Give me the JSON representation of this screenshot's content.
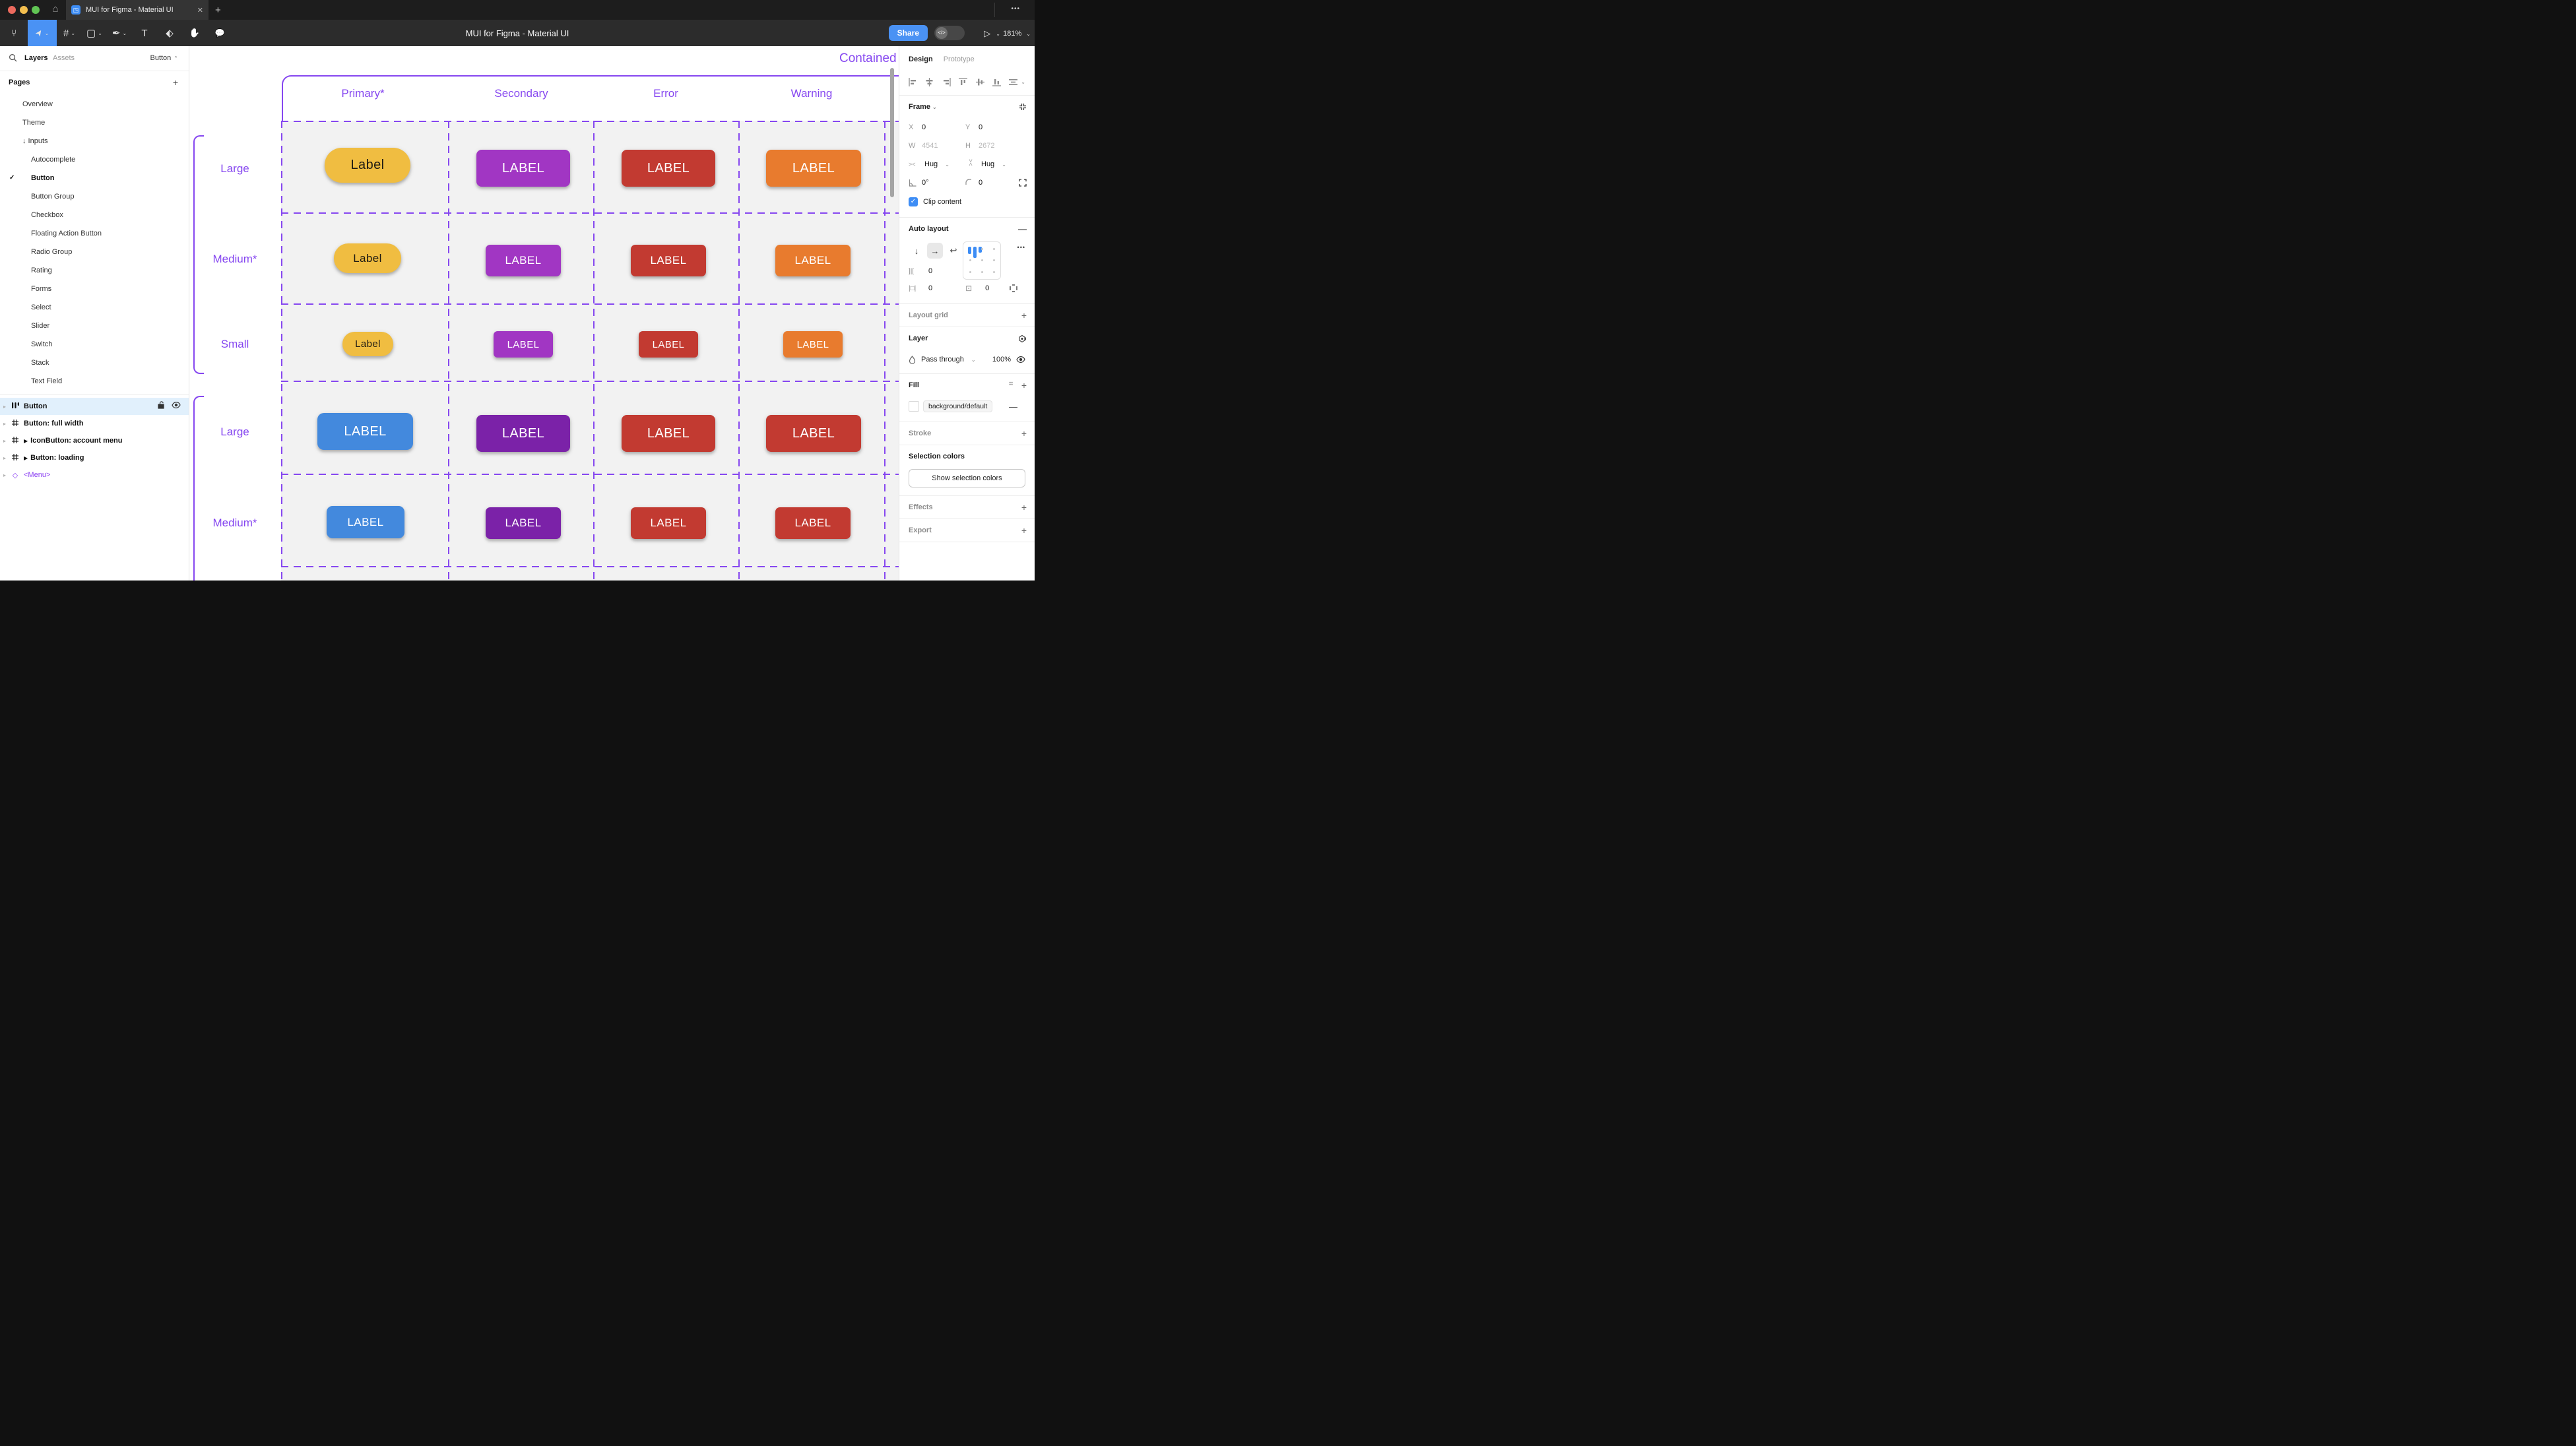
{
  "titlebar": {
    "tab_title": "MUI for Figma - Material UI",
    "close_glyph": "✕",
    "new_tab_glyph": "+",
    "more_glyph": "•••",
    "home_glyph": "⌂",
    "figma_glyph": "◳"
  },
  "toolbar": {
    "doc_title": "MUI for Figma - Material UI",
    "share_label": "Share",
    "dev_mode_glyph": "</>",
    "play_glyph": "▷",
    "zoom_level": "181%",
    "menu_glyph": "⑂",
    "move_glyph": "➤",
    "frame_glyph": "#",
    "shape_glyph": "▢",
    "pen_glyph": "✒",
    "text_glyph": "T",
    "resources_glyph": "⬖",
    "hand_glyph": "✋",
    "comment_glyph": "💬",
    "chevron_down": "⌄"
  },
  "sidebar": {
    "tab_layers": "Layers",
    "tab_assets": "Assets",
    "page_selector": "Button",
    "chevron_up": "⌃",
    "pages_header": "Pages",
    "plus_glyph": "+",
    "check_glyph": "✓",
    "pages": [
      {
        "label": "Overview"
      },
      {
        "label": "Theme"
      },
      {
        "label": "↓ Inputs"
      },
      {
        "label": "Autocomplete"
      },
      {
        "label": "Button"
      },
      {
        "label": "Button Group"
      },
      {
        "label": "Checkbox"
      },
      {
        "label": "Floating Action Button"
      },
      {
        "label": "Radio Group"
      },
      {
        "label": "Rating"
      },
      {
        "label": "Forms"
      },
      {
        "label": "Select"
      },
      {
        "label": "Slider"
      },
      {
        "label": "Switch"
      },
      {
        "label": "Stack"
      },
      {
        "label": "Text Field"
      }
    ],
    "layers": [
      {
        "name": "Button"
      },
      {
        "name": "Button: full width"
      },
      {
        "name": "IconButton: account menu"
      },
      {
        "name": "Button: loading"
      },
      {
        "name": "<Menu>"
      }
    ],
    "chevron_right": "▸",
    "instance_arrow": "▶",
    "component_glyph": "◇"
  },
  "canvas": {
    "frame_title": "Contained",
    "columns": [
      "Primary*",
      "Secondary",
      "Error",
      "Warning"
    ],
    "row_labels": [
      "Large",
      "Medium*",
      "Small",
      "Large",
      "Medium*"
    ],
    "grid": {
      "rows": [
        {
          "buttons": [
            {
              "text": "Label"
            },
            {
              "text": "LABEL"
            },
            {
              "text": "LABEL"
            },
            {
              "text": "LABEL"
            }
          ]
        },
        {
          "buttons": [
            {
              "text": "Label"
            },
            {
              "text": "LABEL"
            },
            {
              "text": "LABEL"
            },
            {
              "text": "LABEL"
            }
          ]
        },
        {
          "buttons": [
            {
              "text": "Label"
            },
            {
              "text": "LABEL"
            },
            {
              "text": "LABEL"
            },
            {
              "text": "LABEL"
            }
          ]
        },
        {
          "buttons": [
            {
              "text": "LABEL"
            },
            {
              "text": "LABEL"
            },
            {
              "text": "LABEL"
            },
            {
              "text": "LABEL"
            }
          ]
        },
        {
          "buttons": [
            {
              "text": "LABEL"
            },
            {
              "text": "LABEL"
            },
            {
              "text": "LABEL"
            },
            {
              "text": "LABEL"
            }
          ]
        }
      ]
    },
    "colors": {
      "canvas_purple": "#8647f0",
      "yellow": "#f0bd41",
      "purple": "#a136c3",
      "dark_purple": "#7b22a8",
      "red": "#c23a31",
      "orange": "#e87b2e",
      "blue": "#4389dd"
    }
  },
  "inspector": {
    "tab_design": "Design",
    "tab_prototype": "Prototype",
    "frame": {
      "header": "Frame",
      "x_label": "X",
      "x_value": "0",
      "y_label": "Y",
      "y_value": "0",
      "w_label": "W",
      "w_value": "4541",
      "h_label": "H",
      "h_value": "2672",
      "hug_h": "Hug",
      "hug_v": "Hug",
      "angle_value": "0°",
      "radius_value": "0",
      "clip_label": "Clip content",
      "hug_h_glyph": "><"
    },
    "auto_layout": {
      "header": "Auto layout",
      "down_glyph": "↓",
      "right_glyph": "→",
      "wrap_glyph": "↩",
      "more_glyph": "•••",
      "gap_glyph": "]|[",
      "gap_value": "0",
      "pad_h_glyph": "|□|",
      "pad_h_value": "0",
      "pad_v_glyph": "⊡",
      "pad_v_value": "0"
    },
    "layout_grid_header": "Layout grid",
    "layer": {
      "header": "Layer",
      "blend_mode": "Pass through",
      "opacity": "100%"
    },
    "fill": {
      "header": "Fill",
      "token": "background/default",
      "styles_glyph": "⠛"
    },
    "stroke_header": "Stroke",
    "selection_colors_header": "Selection colors",
    "show_selection_label": "Show selection colors",
    "effects_header": "Effects",
    "export_header": "Export",
    "plus_glyph": "+",
    "minus_glyph": "—",
    "chevron_down": "⌄"
  }
}
